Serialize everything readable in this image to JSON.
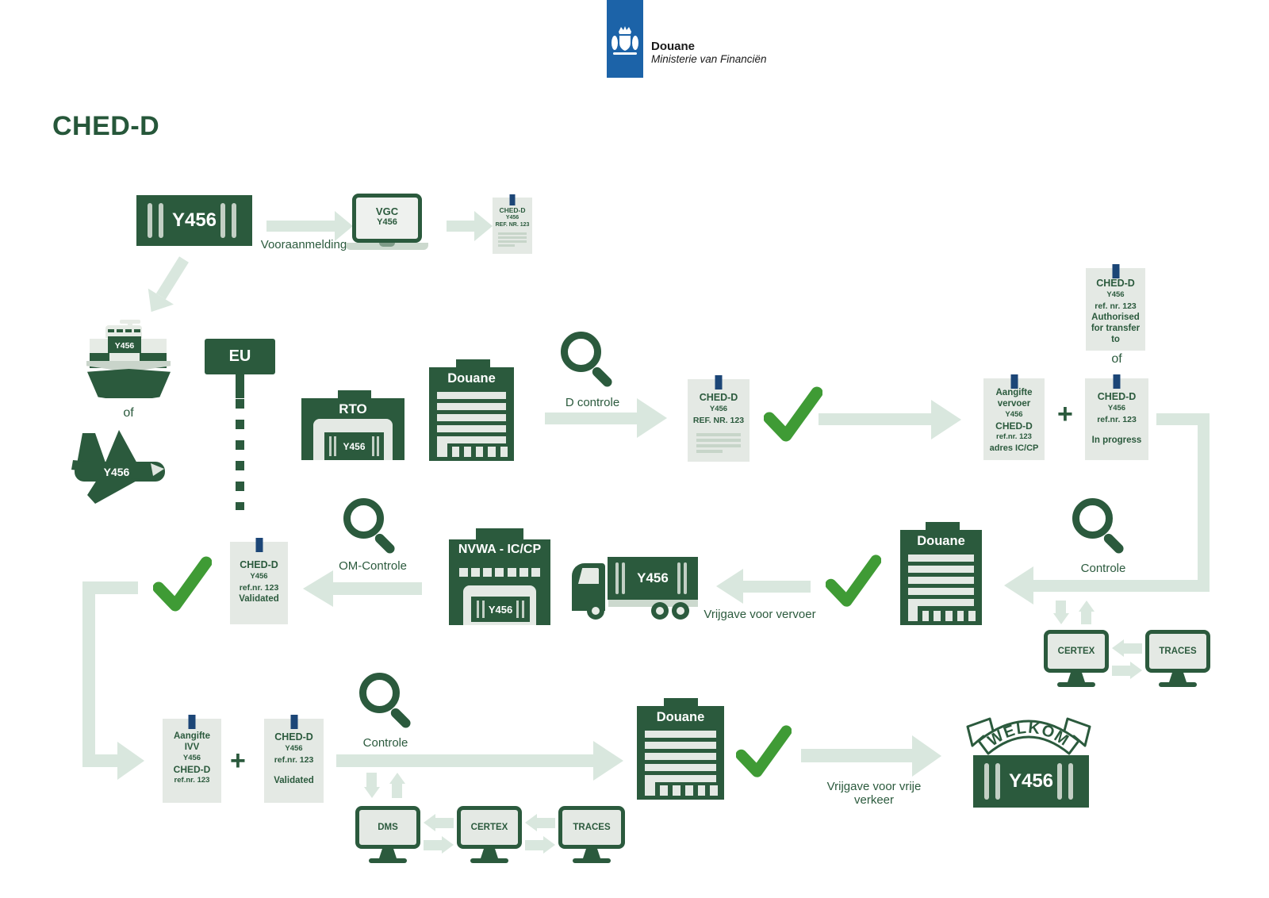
{
  "colors": {
    "dark_green": "#2b5a3d",
    "bright_green": "#3f9b35",
    "pale_green": "#d9e7de",
    "panel_light": "#e4e9e4",
    "tab_navy": "#1c4677",
    "logo_blue": "#1c63a8"
  },
  "header": {
    "logo_title": "Douane",
    "logo_subtitle": "Ministerie van Financiën",
    "page_title": "CHED-D"
  },
  "labels": {
    "vooraanmelding": "Vooraanmelding",
    "of_ship": "of",
    "of_docs": "of",
    "d_controle": "D controle",
    "controle_right": "Controle",
    "om_controle": "OM-Controle",
    "controle_bottom": "Controle",
    "vrijgave_vervoer": "Vrijgave voor vervoer",
    "vrijgave_vrij": "Vrijgave voor vrije verkeer",
    "plus": "+",
    "eu": "EU",
    "welkom": "WELKOM"
  },
  "vehicles": {
    "container_start": "Y456",
    "ship": "Y456",
    "plane": "Y456",
    "truck": "Y456",
    "container_end": "Y456"
  },
  "laptop": {
    "line1": "VGC",
    "line2": "Y456"
  },
  "buildings": {
    "rto": "RTO",
    "rto_container": "Y456",
    "douane1": "Douane",
    "douane2": "Douane",
    "douane3": "Douane",
    "nvwa": "NVWA - IC/CP",
    "nvwa_container": "Y456"
  },
  "docs": {
    "pre": [
      "CHED-D",
      "Y456",
      "REF. NR. 123"
    ],
    "dcheck": [
      "CHED-D",
      "Y456",
      "REF. NR. 123"
    ],
    "vervoer": [
      "Aangifte",
      "vervoer",
      "Y456",
      "CHED-D",
      "ref.nr. 123",
      "adres IC/CP"
    ],
    "progress": [
      "CHED-D",
      "Y456",
      "ref.nr. 123",
      "In progress"
    ],
    "auth": [
      "CHED-D",
      "Y456",
      "ref. nr. 123",
      "Authorised",
      "for transfer",
      "to"
    ],
    "validated_mid": [
      "CHED-D",
      "Y456",
      "ref.nr. 123",
      "Validated"
    ],
    "ivv": [
      "Aangifte",
      "IVV",
      "Y456",
      "CHED-D",
      "ref.nr. 123"
    ],
    "validated2": [
      "CHED-D",
      "Y456",
      "ref.nr. 123",
      "Validated"
    ]
  },
  "monitors": {
    "certex_right": "CERTEX",
    "traces_right": "TRACES",
    "dms": "DMS",
    "certex_bottom": "CERTEX",
    "traces_bottom": "TRACES"
  }
}
